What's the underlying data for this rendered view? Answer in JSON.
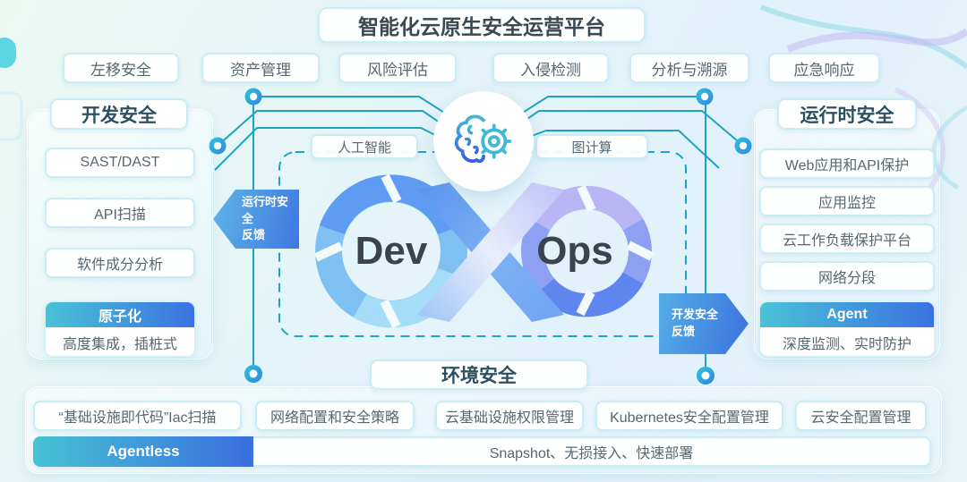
{
  "title": "智能化云原生安全运营平台",
  "top_capabilities": [
    "左移安全",
    "资产管理",
    "风险评估",
    "入侵检测",
    "分析与溯源",
    "应急响应"
  ],
  "dev_security": {
    "header": "开发安全",
    "items": [
      "SAST/DAST",
      "API扫描",
      "软件成分分析"
    ],
    "highlight": "原子化",
    "highlight_desc": "高度集成，插桩式"
  },
  "runtime_security": {
    "header": "运行时安全",
    "items": [
      "Web应用和API保护",
      "应用监控",
      "云工作负载保护平台",
      "网络分段"
    ],
    "highlight": "Agent",
    "highlight_desc": "深度监测、实时防护"
  },
  "center": {
    "ai_tag": "人工智能",
    "graph_tag": "图计算",
    "dev": "Dev",
    "ops": "Ops",
    "runtime_feedback_line1": "运行时安全",
    "runtime_feedback_line2": "反馈",
    "dev_feedback_line1": "开发安全",
    "dev_feedback_line2": "反馈"
  },
  "env_security": {
    "header": "环境安全",
    "items": [
      "“基础设施即代码”Iac扫描",
      "网络配置和安全策略",
      "云基础设施权限管理",
      "Kubernetes安全配置管理",
      "云安全配置管理"
    ],
    "bar_highlight": "Agentless",
    "bar_desc": "Snapshot、无损接入、快速部署"
  },
  "icons": {
    "center_badge": "brain-gear-icon",
    "junction": "circuit-node-dot"
  },
  "colors": {
    "accent_teal": "#23a9c9",
    "accent_blue": "#3b7ce4",
    "highlight_gradient_from": "#49c2d6",
    "highlight_gradient_to": "#3b72e0",
    "panel_border": "#cdeef6",
    "header_text": "#2d5060",
    "body_text": "#57676f",
    "dev_ring": "#6aa2f0",
    "ops_ring": "#8e9df2"
  }
}
